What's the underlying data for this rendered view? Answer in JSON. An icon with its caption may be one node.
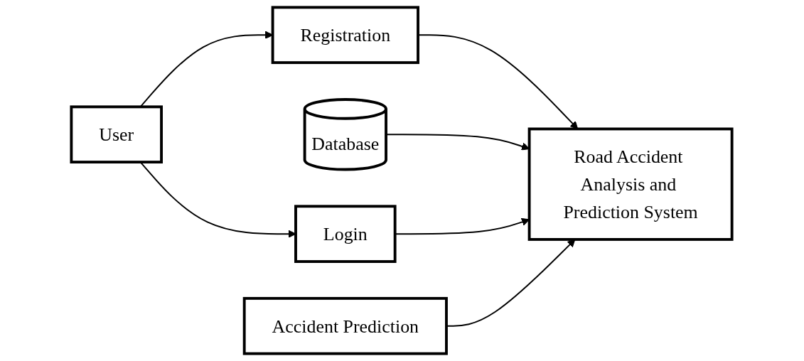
{
  "diagram": {
    "nodes": [
      {
        "text": [
          "Registration"
        ]
      },
      {
        "text": [
          "Road Accident Analysis and Prediction System"
        ]
      },
      {
        "text": [
          "Database"
        ]
      },
      {
        "text": [
          "User"
        ]
      },
      {
        "text": [
          "Login"
        ]
      },
      {
        "text": [
          "Accident Prediction"
        ]
      }
    ],
    "edges": [
      {
        "from": 0,
        "to": 1,
        "arrow": "to"
      },
      {
        "from": 2,
        "to": 1,
        "arrow": "to"
      },
      {
        "from": 3,
        "to": 0,
        "arrow": "to"
      },
      {
        "from": 3,
        "to": 4,
        "arrow": "to"
      },
      {
        "from": 4,
        "to": 1,
        "arrow": "to"
      },
      {
        "from": 5,
        "to": 1,
        "arrow": "to"
      }
    ]
  }
}
